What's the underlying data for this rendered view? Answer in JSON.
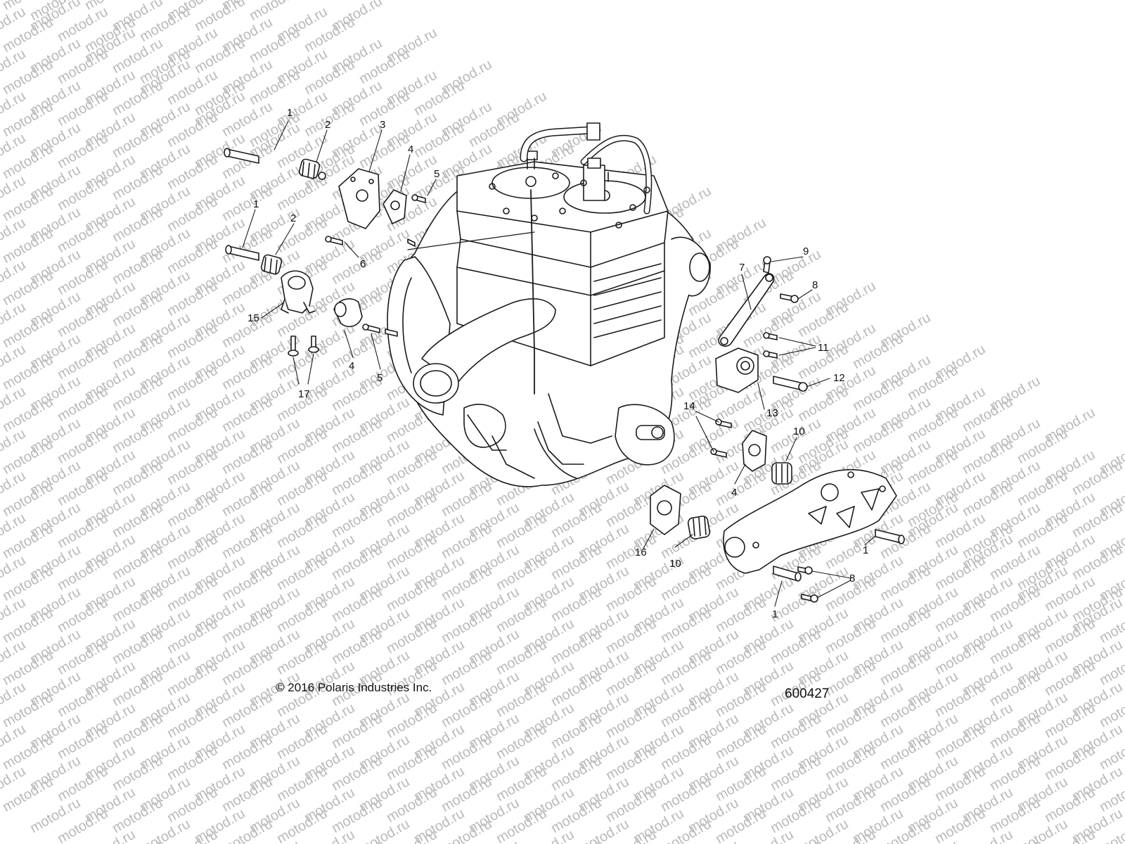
{
  "watermark": "motod.ru",
  "callouts": [
    "1",
    "2",
    "3",
    "4",
    "5",
    "6",
    "1",
    "2",
    "15",
    "17",
    "4",
    "5",
    "7",
    "9",
    "8",
    "11",
    "12",
    "13",
    "14",
    "10",
    "4",
    "16",
    "10",
    "1",
    "8",
    "1"
  ],
  "copyright": "© 2016 Polaris Industries Inc.",
  "reference_number": "600427",
  "colors": {
    "line": "#1a1a1a",
    "fill": "#ffffff",
    "watermark": "#b9b9b9"
  }
}
